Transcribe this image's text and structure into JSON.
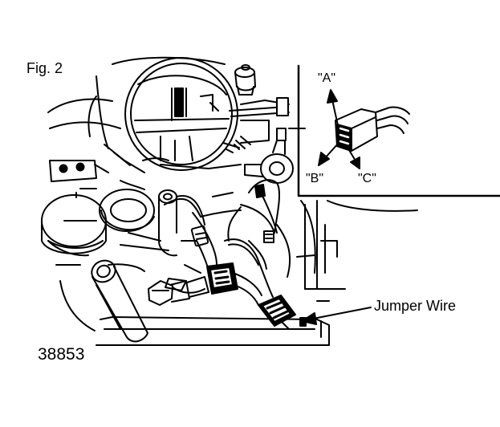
{
  "figure": {
    "label": "Fig. 2",
    "drawing_number": "38853"
  },
  "inset": {
    "terminal_a": "\"A\"",
    "terminal_b": "\"B\"",
    "terminal_c": "\"C\""
  },
  "callouts": {
    "jumper_wire": "Jumper Wire"
  },
  "colors": {
    "ink": "#000000",
    "paper": "#ffffff"
  }
}
